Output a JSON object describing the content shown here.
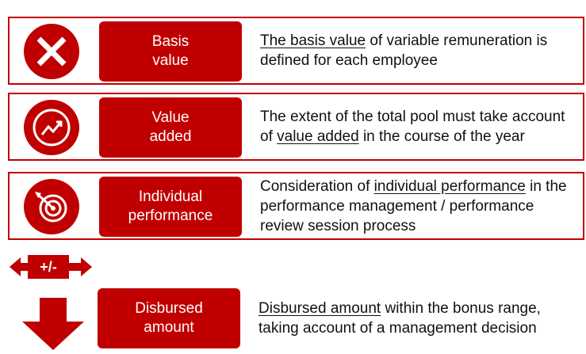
{
  "colors": {
    "accent": "#c00000"
  },
  "rows": [
    {
      "icon": "x-icon",
      "label": "Basis\nvalue",
      "desc": {
        "pre": "",
        "link": "The basis value",
        "post": " of variable remuneration is defined for each employee"
      }
    },
    {
      "icon": "growth-chart-icon",
      "label": "Value\nadded",
      "desc": {
        "pre": "The extent of the total pool must take account of ",
        "link": "value added",
        "post": " in the course of the year"
      }
    },
    {
      "icon": "target-icon",
      "label": "Individual\nperformance",
      "desc": {
        "pre": "Consideration of ",
        "link": "individual performance",
        "post": " in the performance management / performance review session process"
      }
    },
    {
      "icon": "down-arrow-icon",
      "label": "Disbursed\namount",
      "desc": {
        "pre": "",
        "link": "Disbursed amount",
        "post": " within the bonus range, taking account of a management decision"
      }
    }
  ],
  "adjustment": {
    "label": "+/-"
  }
}
